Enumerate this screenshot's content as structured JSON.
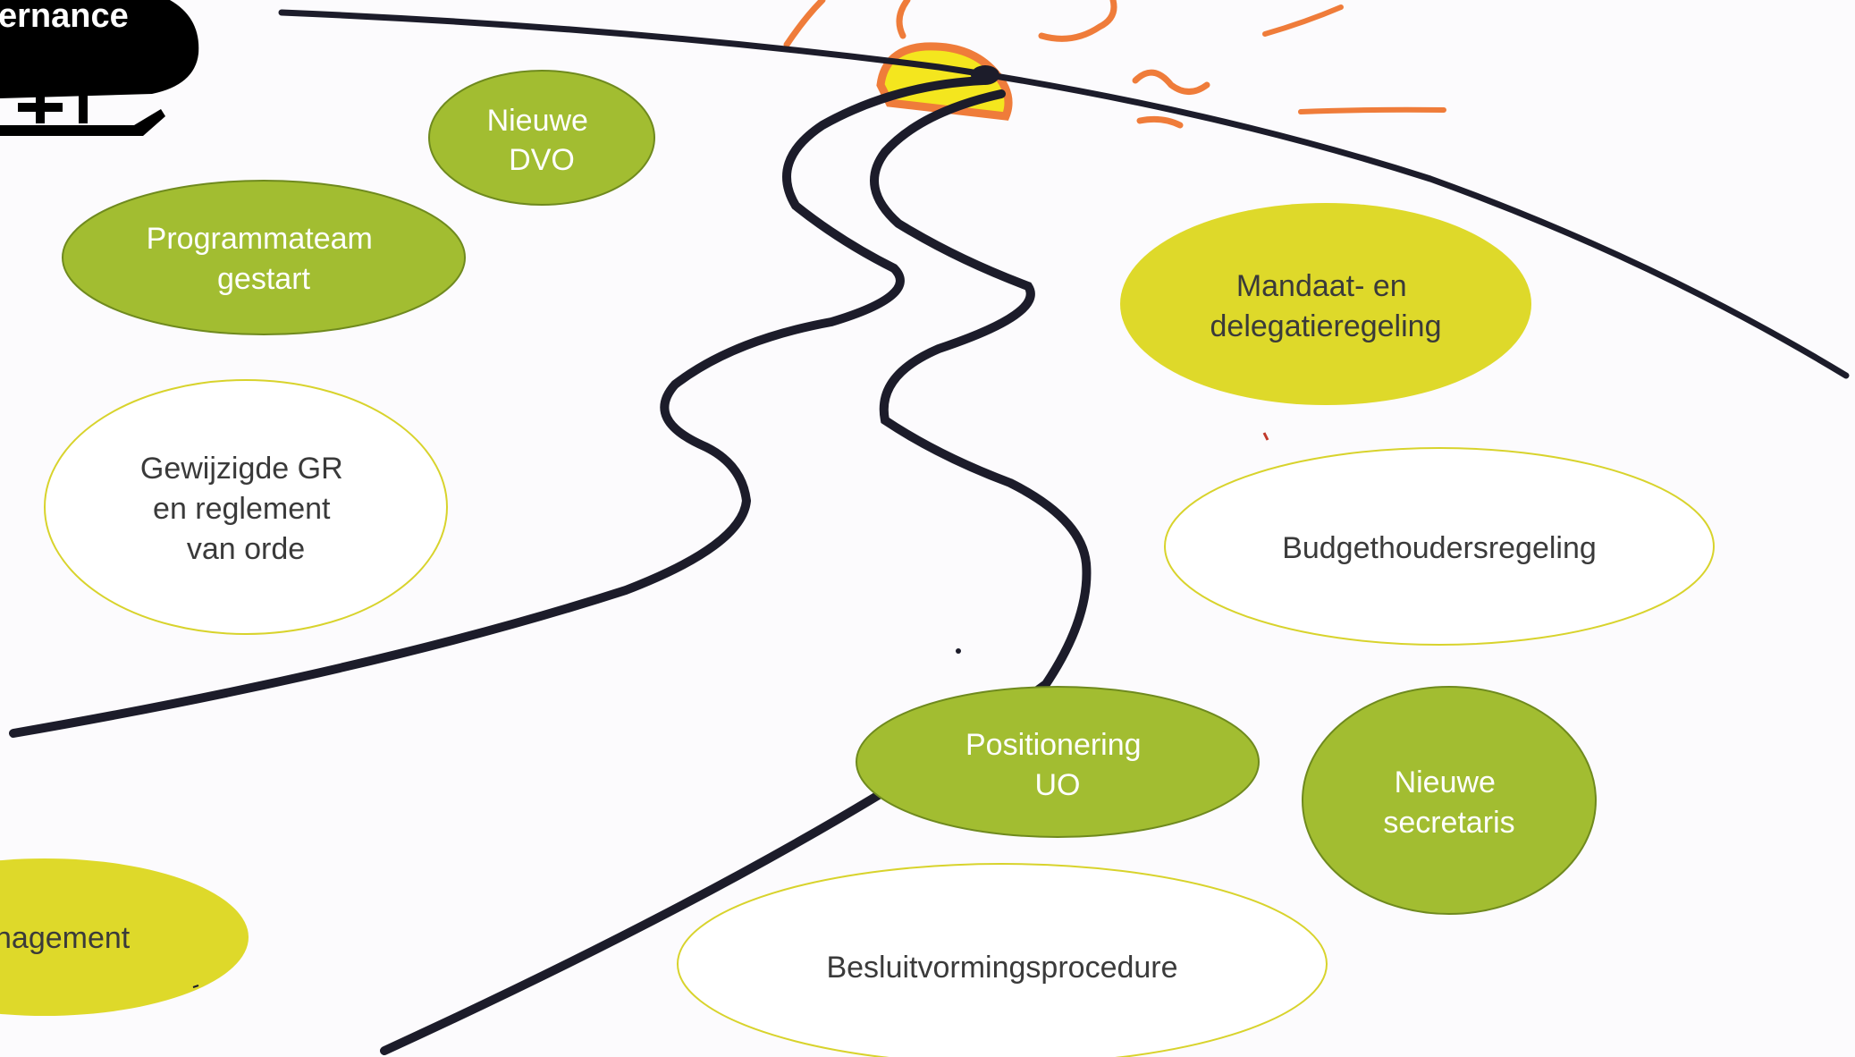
{
  "header_label": "ernance",
  "milestones": {
    "nieuwe_dvo": [
      "Nieuwe",
      "DVO"
    ],
    "programmateam": [
      "Programmateam",
      "gestart"
    ],
    "gewijzigde_gr": [
      "Gewijzigde GR",
      "en reglement",
      "van orde"
    ],
    "mandaat": [
      "Mandaat- en",
      "delegatieregeling"
    ],
    "budgethouders": [
      "Budgethoudersregeling"
    ],
    "positionering": [
      "Positionering",
      "UO"
    ],
    "nieuwe_secretaris": [
      "Nieuwe",
      "secretaris"
    ],
    "besluitvorming": [
      "Besluitvormingsprocedure"
    ],
    "management": [
      "nagement"
    ]
  },
  "colors": {
    "green": "#a2bd31",
    "green_border": "#6f8a1e",
    "lime": "#ded92a",
    "outline": "#d8d32c",
    "text_light": "#ffffff",
    "text_dark": "#3a3a3a",
    "road": "#1c1c2a",
    "sun_yellow": "#f4e61e",
    "sun_orange": "#ef7c3a"
  }
}
